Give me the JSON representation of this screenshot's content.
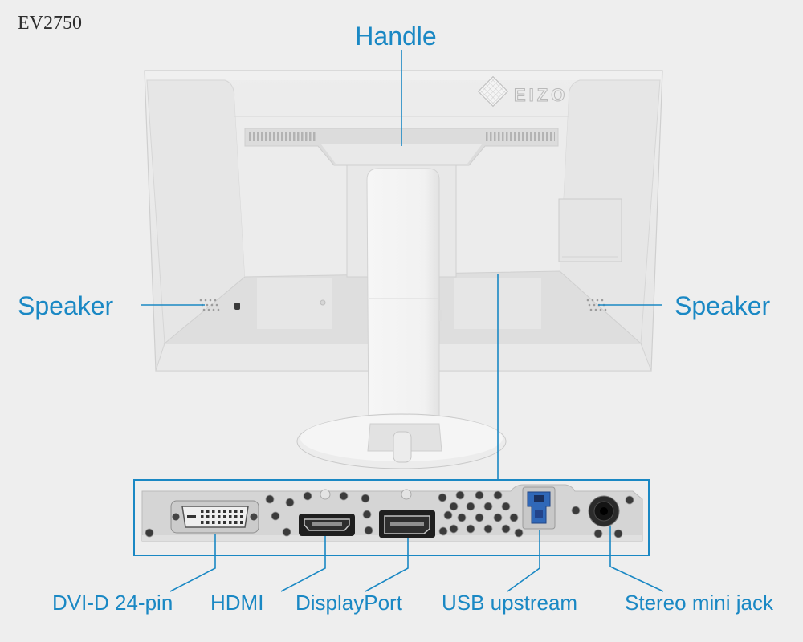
{
  "model_name": "EV2750",
  "monitor": {
    "logo_text": "EIZO"
  },
  "callouts": {
    "handle": "Handle",
    "speaker_left": "Speaker",
    "speaker_right": "Speaker"
  },
  "port_labels": [
    "DVI-D 24-pin",
    "HDMI",
    "DisplayPort",
    "USB upstream",
    "Stereo mini jack"
  ],
  "colors": {
    "label_accent": "#1a88c4",
    "background": "#eeeeee",
    "usb_insert": "#3068b8"
  }
}
